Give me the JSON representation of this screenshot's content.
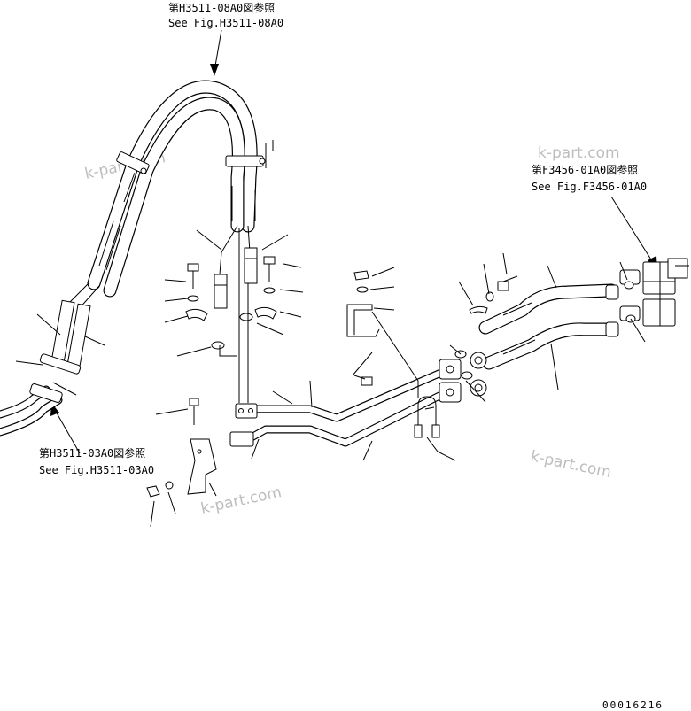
{
  "references": {
    "top": {
      "line_jp": "第H3511-08A0図参照",
      "line_en": "See Fig.H3511-08A0"
    },
    "right": {
      "line_jp": "第F3456-01A0図参照",
      "line_en": "See Fig.F3456-01A0"
    },
    "left": {
      "line_jp": "第H3511-03A0図参照",
      "line_en": "See Fig.H3511-03A0"
    }
  },
  "watermarks": [
    "k-part.com",
    "k-part.com",
    "k-part.com",
    "k-part.com"
  ],
  "drawing_code": "00016216"
}
